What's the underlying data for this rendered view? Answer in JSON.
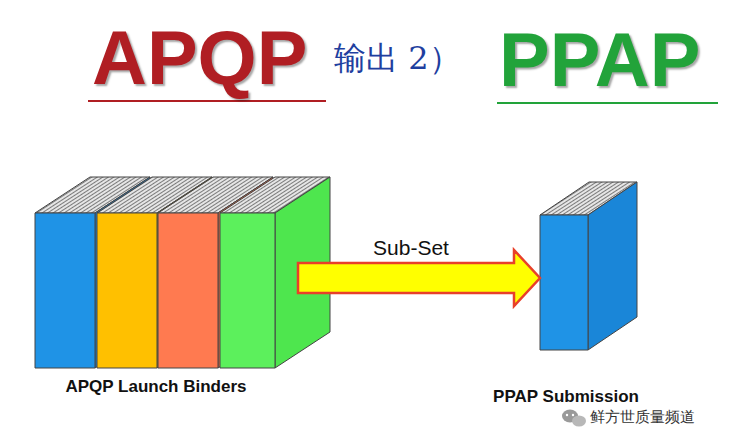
{
  "diagram": {
    "nodes": [
      {
        "text": [
          "APQP Launch Binders"
        ]
      },
      {
        "text": [
          "PPAP Submission"
        ]
      }
    ],
    "edges": [
      {
        "from": 0,
        "to": 1,
        "arrow": "to",
        "label": "Sub-Set"
      }
    ],
    "labels": [
      "APQP",
      "输出 2）",
      "PPAP",
      "鲜方世质量频道"
    ]
  }
}
